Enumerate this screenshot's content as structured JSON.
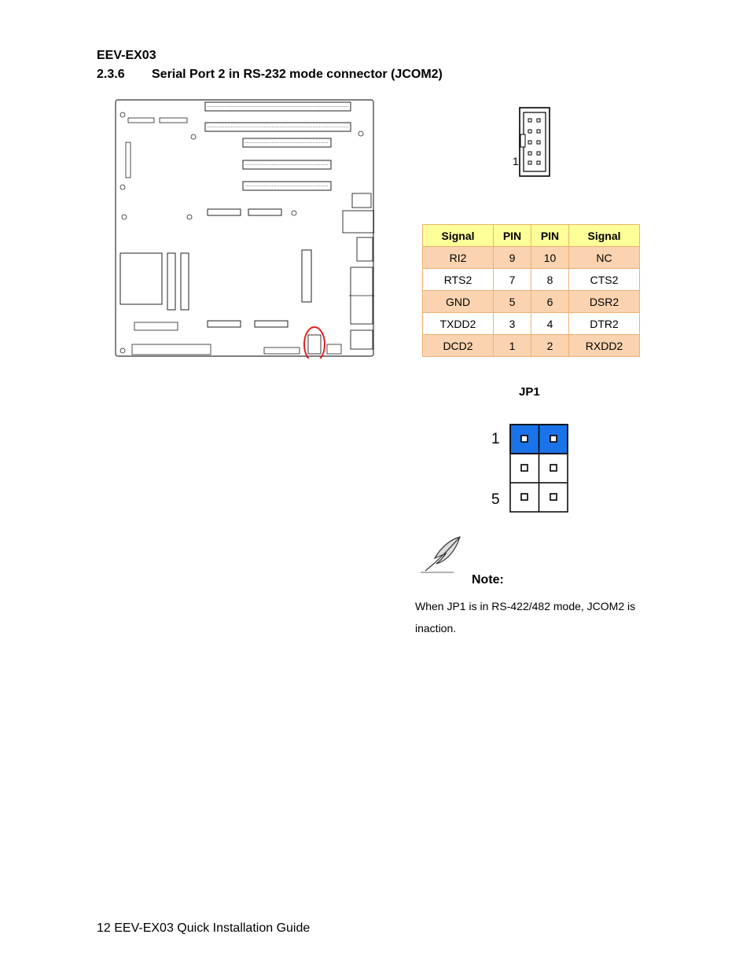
{
  "header": {
    "doc_title": "EEV-EX03"
  },
  "section": {
    "number": "2.3.6",
    "title": "Serial Port 2 in RS-232 mode connector (JCOM2)"
  },
  "connector": {
    "pin1_label": "1"
  },
  "pin_table": {
    "headers": [
      "Signal",
      "PIN",
      "PIN",
      "Signal"
    ],
    "rows": [
      [
        "RI2",
        "9",
        "10",
        "NC"
      ],
      [
        "RTS2",
        "7",
        "8",
        "CTS2"
      ],
      [
        "GND",
        "5",
        "6",
        "DSR2"
      ],
      [
        "TXDD2",
        "3",
        "4",
        "DTR2"
      ],
      [
        "DCD2",
        "1",
        "2",
        "RXDD2"
      ]
    ]
  },
  "jumper": {
    "title": "JP1",
    "label_top": "1",
    "label_bottom": "5",
    "highlight_color": "#1a73e8"
  },
  "note": {
    "label": "Note:",
    "text": "When JP1 is in RS-422/482 mode, JCOM2 is inaction."
  },
  "footer": {
    "text": "12 EEV-EX03 Quick Installation Guide"
  },
  "colors": {
    "table_header": "#ffff99",
    "table_shade": "#fbd3b0",
    "table_border": "#f0b070",
    "highlight_circle": "#e02020"
  }
}
